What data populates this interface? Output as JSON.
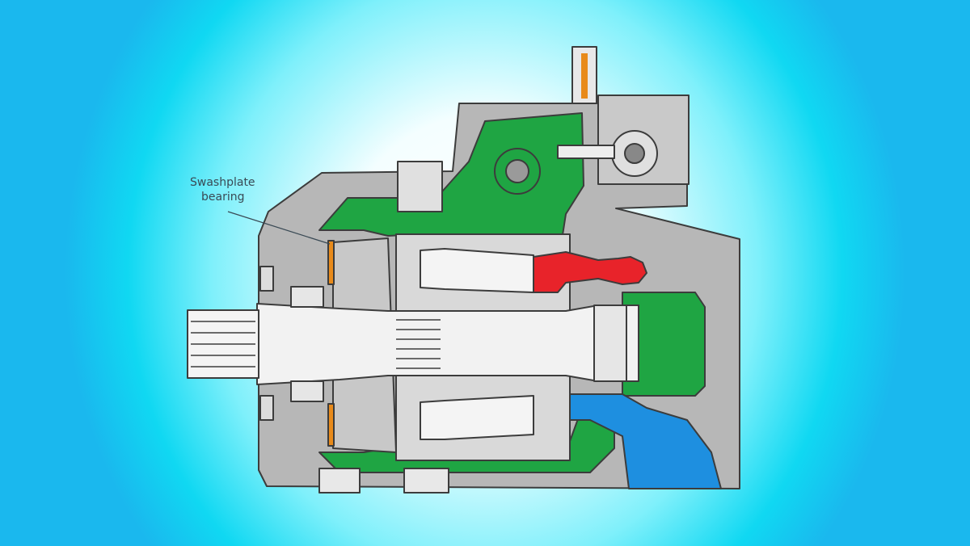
{
  "diagram": {
    "title": "Axial piston pump cross-section",
    "labels": [
      {
        "line1": "Swashplate",
        "line2": "bearing"
      }
    ],
    "colors": {
      "housing": "#b7b7b7",
      "outline": "#3c3c3c",
      "green": "#1fa543",
      "red": "#e8232a",
      "blue": "#1e8fe0",
      "bearing": "#e88a1a",
      "shaft": "#f2f2f2"
    }
  }
}
